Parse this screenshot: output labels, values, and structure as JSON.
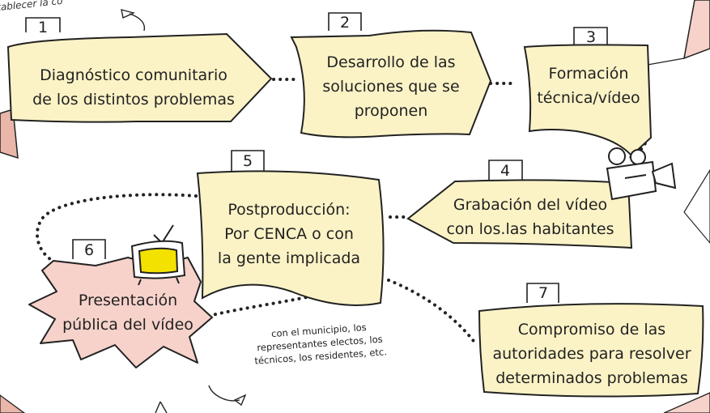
{
  "steps": [
    {
      "num": "1",
      "lines": [
        "Diagnóstico comunitario",
        "de los distintos problemas"
      ]
    },
    {
      "num": "2",
      "lines": [
        "Desarrollo de las",
        "soluciones que se",
        "proponen"
      ]
    },
    {
      "num": "3",
      "lines": [
        "Formación",
        "técnica/vídeo"
      ]
    },
    {
      "num": "4",
      "lines": [
        "Grabación del vídeo",
        "con los.las habitantes"
      ]
    },
    {
      "num": "5",
      "lines": [
        "Postproducción:",
        "Por CENCA o con",
        "la gente implicada"
      ]
    },
    {
      "num": "6",
      "lines": [
        "Presentación",
        "pública del vídeo"
      ]
    },
    {
      "num": "7",
      "lines": [
        "Compromiso de las",
        "autoridades para resolver",
        "determinados problemas"
      ]
    }
  ],
  "note_lines": [
    "con el municipio, los",
    "representantes electos, los",
    "técnicos, los residentes, etc."
  ],
  "corner_text": "tablecer la co",
  "colors": {
    "box_fill": "#fbf3c6",
    "pink": "#f6d2cb",
    "salmon": "#e9b6a9",
    "tv_screen": "#f3e200",
    "outline": "#222222"
  },
  "icons": [
    "video-camera-icon",
    "tv-icon",
    "arrow-curl-icon"
  ]
}
